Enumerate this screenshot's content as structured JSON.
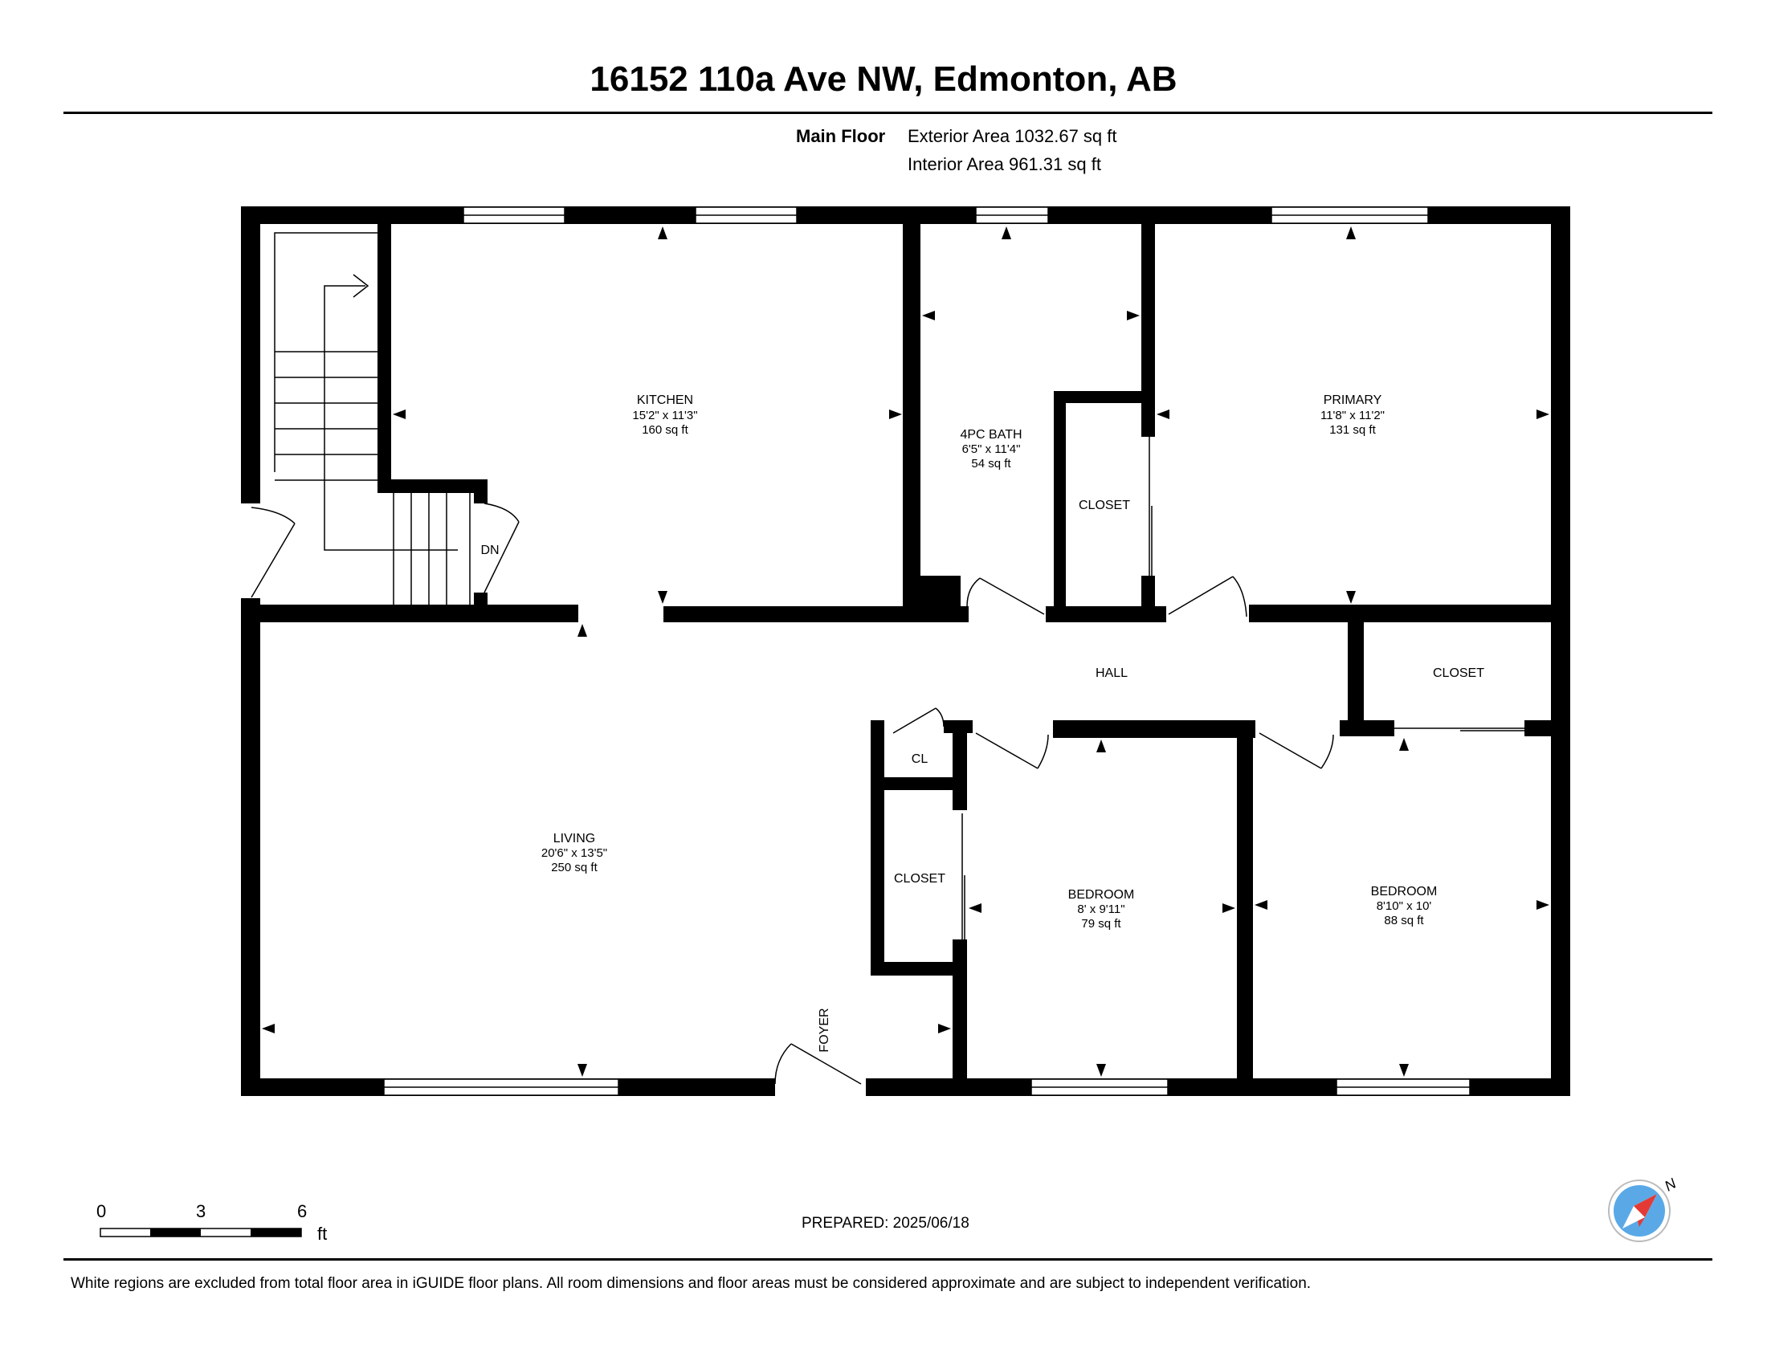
{
  "header": {
    "title": "16152 110a Ave NW, Edmonton, AB",
    "floor_label": "Main Floor",
    "exterior_area": "Exterior Area 1032.67 sq ft",
    "interior_area": "Interior Area 961.31 sq ft"
  },
  "rooms": {
    "kitchen": {
      "name": "KITCHEN",
      "dims": "15'2\" x 11'3\"",
      "area": "160 sq ft"
    },
    "bath": {
      "name": "4PC BATH",
      "dims": "6'5\" x 11'4\"",
      "area": "54 sq ft"
    },
    "primary": {
      "name": "PRIMARY",
      "dims": "11'8\" x 11'2\"",
      "area": "131 sq ft"
    },
    "living": {
      "name": "LIVING",
      "dims": "20'6\" x 13'5\"",
      "area": "250 sq ft"
    },
    "bedroom1": {
      "name": "BEDROOM",
      "dims": "8' x 9'11\"",
      "area": "79 sq ft"
    },
    "bedroom2": {
      "name": "BEDROOM",
      "dims": "8'10\" x 10'",
      "area": "88 sq ft"
    }
  },
  "labels": {
    "closet_bath": "CLOSET",
    "closet_hall": "CLOSET",
    "closet_bedroom": "CLOSET",
    "cl": "CL",
    "hall": "HALL",
    "foyer": "FOYER",
    "stairs_dn": "DN"
  },
  "scale_bar": {
    "ticks": [
      "0",
      "3",
      "6"
    ],
    "unit": "ft"
  },
  "compass": {
    "north": "N"
  },
  "footer": {
    "prepared": "PREPARED: 2025/06/18",
    "disclaimer": "White regions are excluded from total floor area in iGUIDE floor plans. All room dimensions and floor areas must be considered approximate and are subject to independent verification."
  },
  "colors": {
    "wall": "#000000",
    "background": "#ffffff",
    "compass_fill": "#5aa9e6",
    "compass_needle": "#e53935"
  }
}
